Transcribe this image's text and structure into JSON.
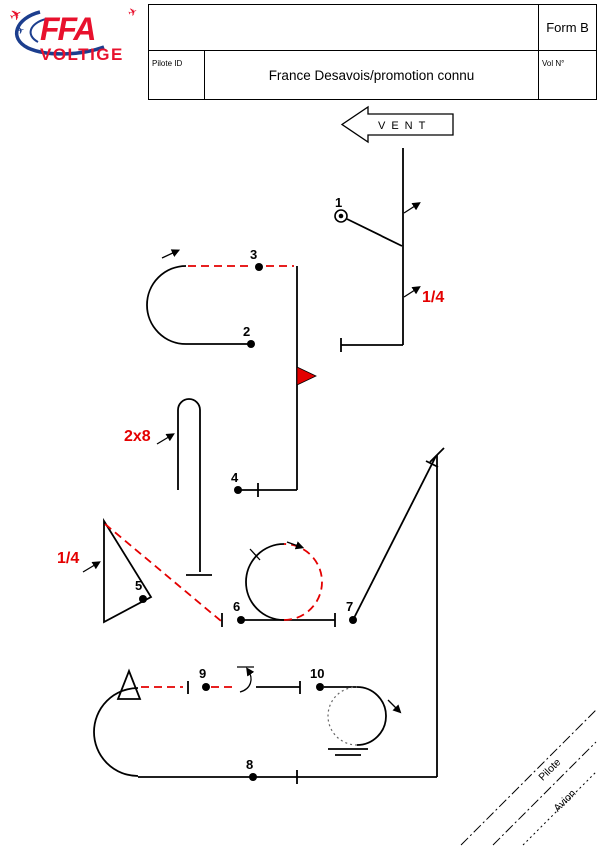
{
  "header": {
    "form_label": "Form B",
    "pilote_id_label": "Pilote ID",
    "title": "France Desavois/promotion connu",
    "vol_label": "Vol N°"
  },
  "logo": {
    "ffa": "FFA",
    "voltige": "VOLTIGE"
  },
  "wind": {
    "label": "VENT"
  },
  "figures": {
    "labels": [
      "1",
      "2",
      "3",
      "4",
      "5",
      "6",
      "7",
      "8",
      "9",
      "10"
    ],
    "annotations": {
      "quarter_roll_top": "1/4",
      "repetitions": "2x8",
      "quarter_roll_left": "1/4"
    }
  },
  "signature": {
    "pilote_label": "Pilote",
    "avion_label": "Avion"
  },
  "colors": {
    "accent_red": "#e40000",
    "logo_red": "#e8112d",
    "logo_blue": "#1c3e8e"
  }
}
